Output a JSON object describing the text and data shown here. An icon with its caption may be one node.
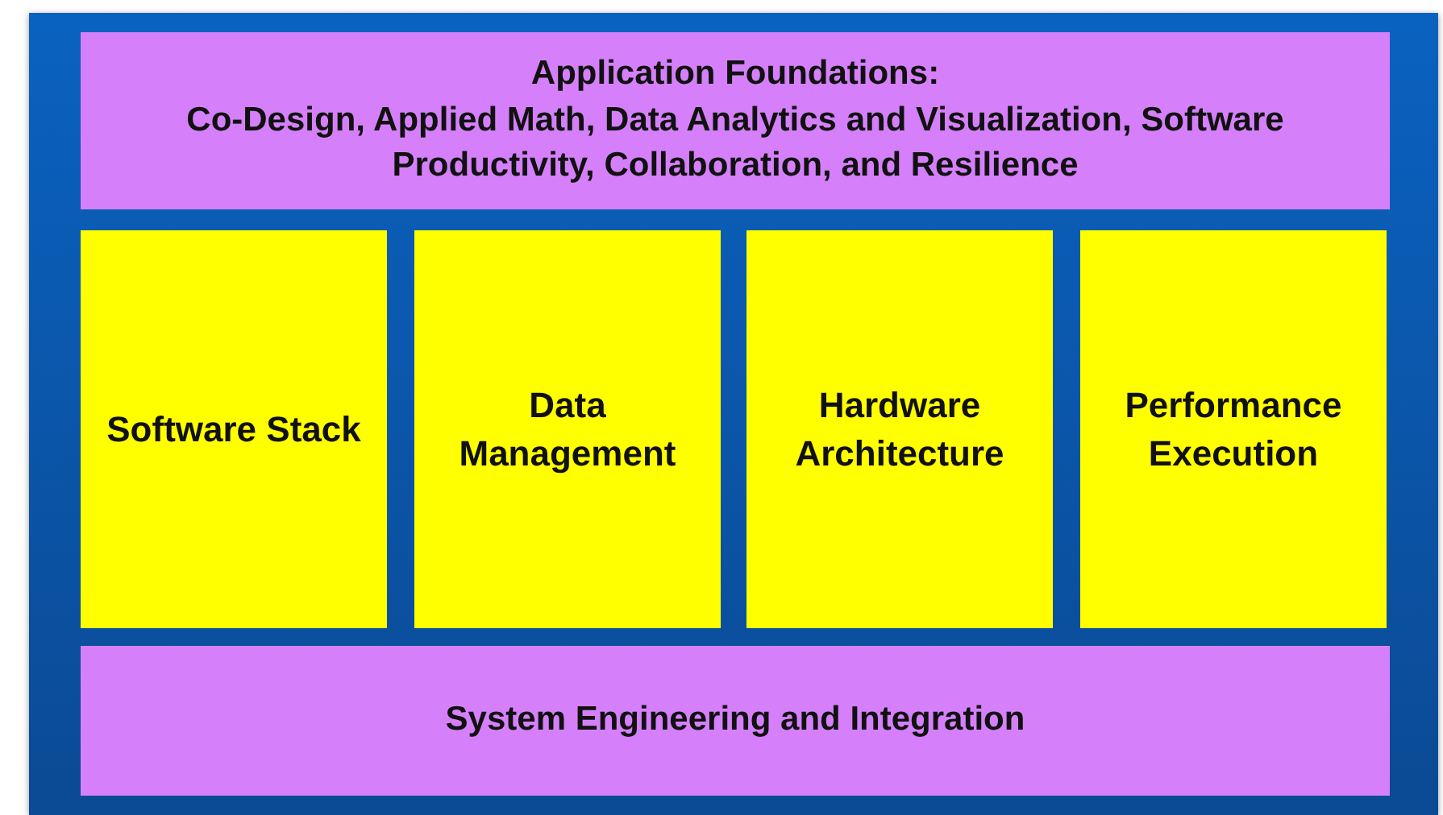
{
  "diagram": {
    "nodes": [
      {
        "text": [],
        "shape": "box"
      },
      {
        "text": [
          "Application Foundations:",
          "Co-Design, Applied Math, Data Analytics and Visualization, Software Productivity, Collaboration, and Resilience"
        ],
        "in": 0
      },
      {
        "text": [
          "Software Stack"
        ],
        "in": 0
      },
      {
        "text": [
          "Data Management"
        ],
        "in": 0
      },
      {
        "text": [
          "Hardware Architecture"
        ],
        "in": 0
      },
      {
        "text": [
          "Performance Execution"
        ],
        "in": 0
      },
      {
        "text": [
          "System Engineering and Integration"
        ],
        "in": 0
      }
    ],
    "edges": []
  }
}
